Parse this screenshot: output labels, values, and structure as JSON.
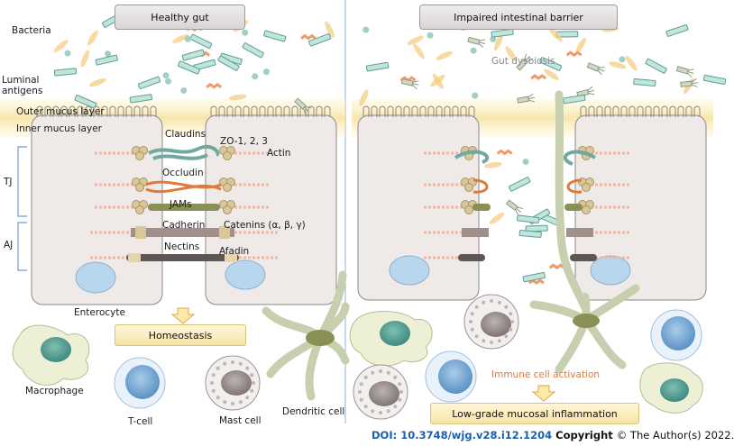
{
  "titles": {
    "left": "Healthy gut",
    "right": "Impaired intestinal barrier"
  },
  "labels": {
    "bacteria": "Bacteria",
    "luminal_antigens": "Luminal\nantigens",
    "outer_mucus": "Outer mucus layer",
    "inner_mucus": "Inner mucus layer",
    "tj": "TJ",
    "aj": "AJ",
    "claudins": "Claudins",
    "zo": "ZO-1, 2, 3",
    "actin": "Actin",
    "occludin": "Occludin",
    "jams": "JAMs",
    "cadherin": "Cadherin",
    "catenins": "Catenins (α, β, γ)",
    "nectins": "Nectins",
    "afadin": "Afadin",
    "enterocyte": "Enterocyte",
    "macrophage": "Macrophage",
    "tcell": "T-cell",
    "mastcell": "Mast cell",
    "dendritic": "Dendritic cell",
    "gut_dysbiosis": "Gut dysbiosis",
    "immune_activation": "Immune cell activation"
  },
  "boxes": {
    "homeostasis": "Homeostasis",
    "inflammation": "Low-grade mucosal inflammation"
  },
  "footer": {
    "doi": "DOI: 10.3748/wjg.v28.i12.1204",
    "copyright": "Copyright",
    "owner": "© The Author(s) 2022."
  },
  "colors": {
    "mucus": "#f7e6a0",
    "cell": "#efe9e8",
    "cell_border": "#8f8787",
    "nucleus": "#b9d6ef",
    "teal": "#6fa9a0",
    "rod": "#a9d9d0",
    "orange": "#e07a3a",
    "olive": "#8a8f55",
    "dendritic": "#c7cfae"
  }
}
